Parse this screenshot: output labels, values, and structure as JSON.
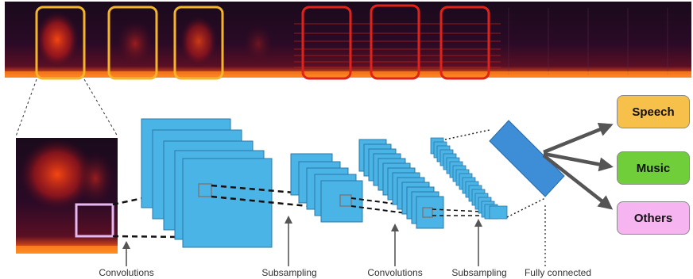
{
  "classes": [
    {
      "label": "Speech",
      "color": "#f7c04a"
    },
    {
      "label": "Music",
      "color": "#6fce3a"
    },
    {
      "label": "Others",
      "color": "#f6b5f0"
    }
  ],
  "stages": [
    {
      "label": "Convolutions"
    },
    {
      "label": "Subsampling"
    },
    {
      "label": "Convolutions"
    },
    {
      "label": "Subsampling"
    },
    {
      "label": "Fully connected"
    }
  ],
  "colors": {
    "feature_map": "#4ab4e6",
    "feature_map_border": "#2a79a8",
    "fully_connected": "#3d8ed6",
    "highlight_yellow": "#f3b52b",
    "highlight_red": "#e0221a",
    "patch_highlight": "#e7b7f0",
    "spectrogram_dark": "#1a0814",
    "spectrogram_hot": "#ff3a00"
  },
  "icons": {
    "arrow": "arrow-icon"
  }
}
